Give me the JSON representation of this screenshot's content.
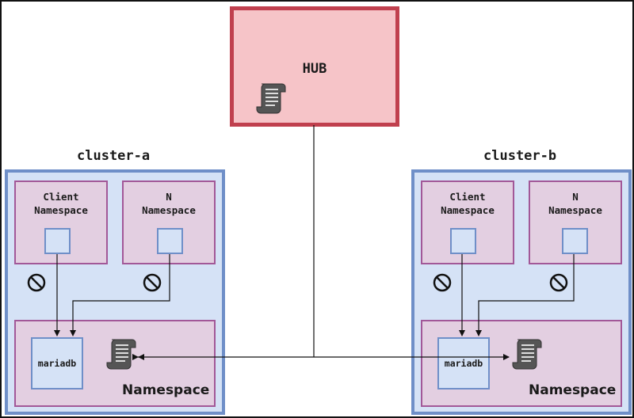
{
  "hub": {
    "title": "HUB",
    "icon": "scroll-icon"
  },
  "clusters": [
    {
      "label": "cluster-a",
      "client_ns": {
        "line1": "Client",
        "line2": "Namespace"
      },
      "n_ns": {
        "line1": "N",
        "line2": "Namespace"
      },
      "db_ns": {
        "label": "Namespace",
        "db": "mariadb",
        "icon": "scroll-icon"
      },
      "blocked_icon": "no-entry-icon"
    },
    {
      "label": "cluster-b",
      "client_ns": {
        "line1": "Client",
        "line2": "Namespace"
      },
      "n_ns": {
        "line1": "N",
        "line2": "Namespace"
      },
      "db_ns": {
        "label": "Namespace",
        "db": "mariadb",
        "icon": "scroll-icon"
      },
      "blocked_icon": "no-entry-icon"
    }
  ],
  "colors": {
    "hub_fill": "#f6c4c8",
    "hub_border": "#c0404e",
    "cluster_fill": "#d5e2f6",
    "cluster_border": "#6f8fc8",
    "namespace_fill": "#e3cfe1",
    "namespace_border": "#a25898"
  }
}
